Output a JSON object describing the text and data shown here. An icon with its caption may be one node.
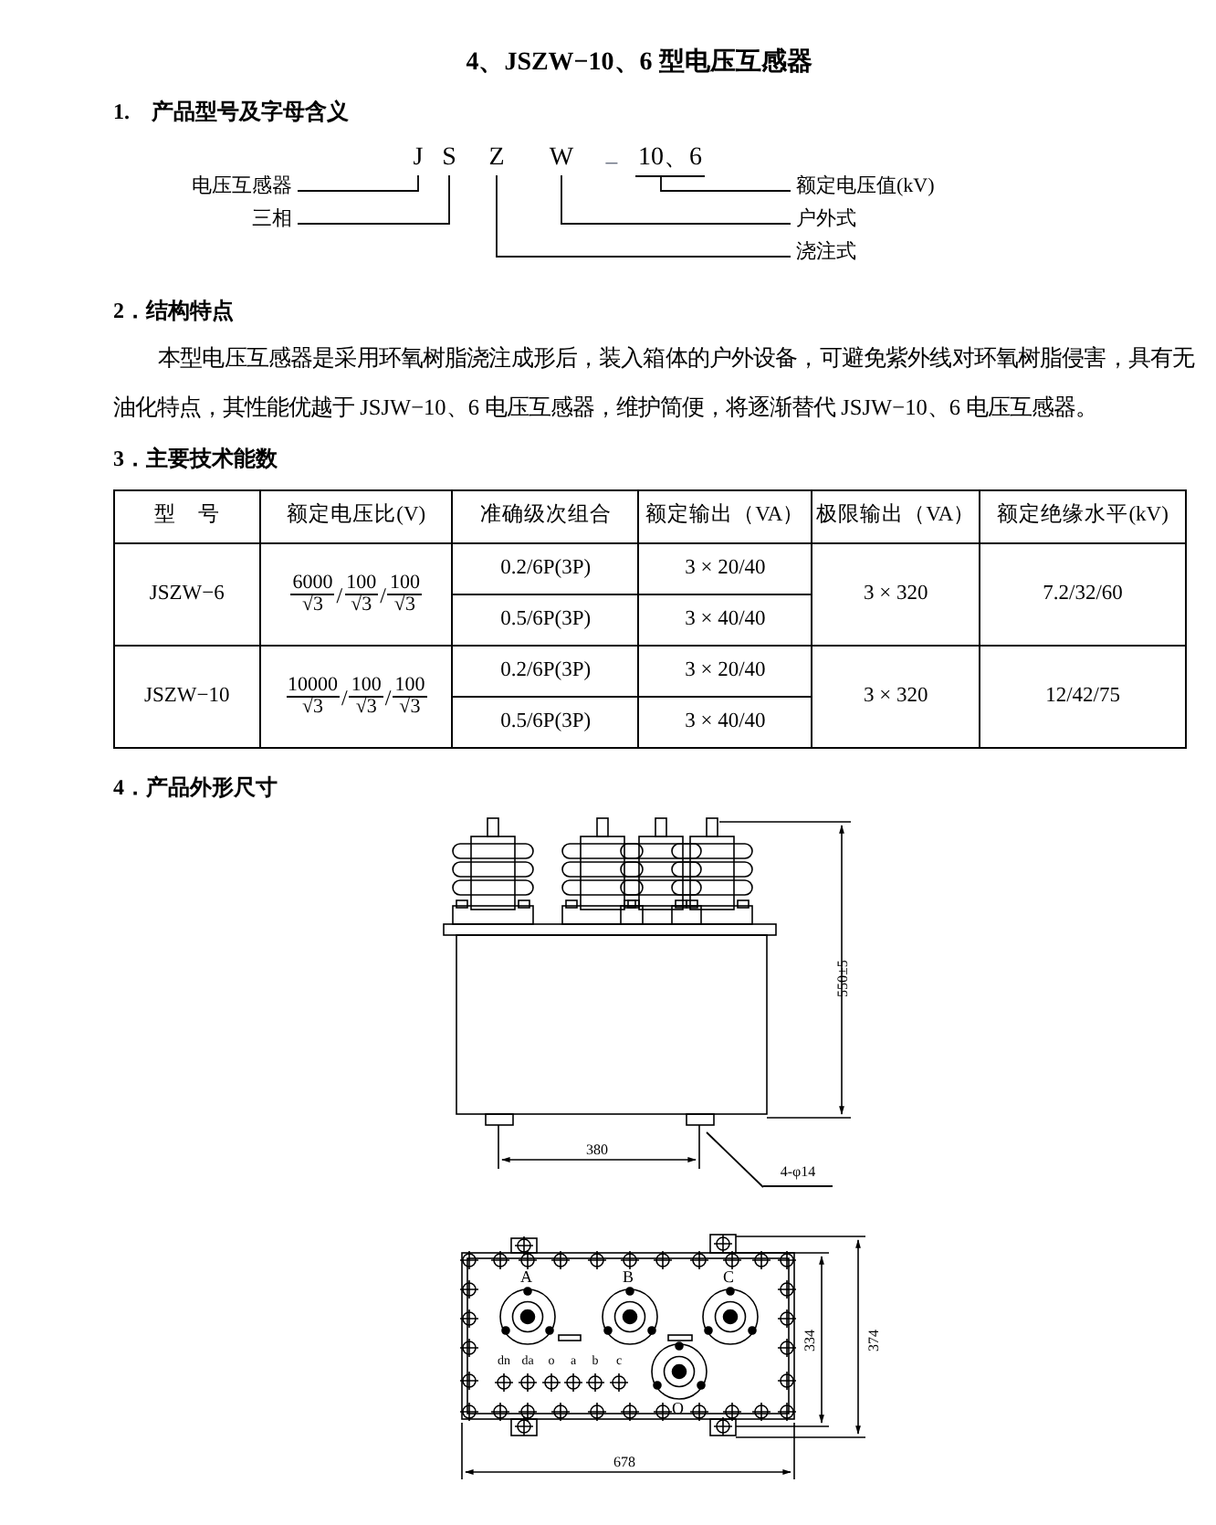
{
  "diagram": {
    "title": "4、JSZW−10、6 型电压互感器",
    "nodes": [
      {
        "text": [
          "J"
        ]
      },
      {
        "text": [
          "S"
        ]
      },
      {
        "text": [
          "Z"
        ]
      },
      {
        "text": [
          "W"
        ]
      },
      {
        "text": [
          "10、6"
        ]
      },
      {
        "text": [
          "电压互感器"
        ]
      },
      {
        "text": [
          "额定电压值(kV)"
        ]
      },
      {
        "text": [
          "三相"
        ]
      },
      {
        "text": [
          "户外式"
        ]
      },
      {
        "text": [
          "浇注式"
        ]
      },
      {
        "text": [
          "4-φ14"
        ]
      }
    ],
    "edges": [
      {
        "from": 5,
        "to": 0,
        "arrow": "none"
      },
      {
        "from": 7,
        "to": 1,
        "arrow": "none"
      },
      {
        "from": 9,
        "to": 2,
        "arrow": "none"
      },
      {
        "from": 8,
        "to": 3,
        "arrow": "none"
      },
      {
        "from": 6,
        "to": 4,
        "arrow": "none"
      },
      {
        "from": 10,
        "to": null,
        "arrow": "none"
      }
    ],
    "labels": [
      "1.　产品型号及字母含义",
      "−",
      "2．结构特点",
      "本型电压互感器是采用环氧树脂浇注成形后，装入箱体的户外设备，可避免紫外线对环氧树脂侵害，具有无油化特点，其性能优越于 JSJW−10、6 电压互感器，维护简便，将逐渐替代 JSJW−10、6 电压互感器。",
      "3．主要技术能数",
      "型　号",
      "额定电压比(V)",
      "准确级次组合",
      "额定输出（VA）",
      "极限输出（VA）",
      "额定绝缘水平(kV)",
      "JSZW−6",
      "6000",
      "√3",
      "/",
      "100",
      "√3",
      "/",
      "100",
      "√3",
      "0.2/6P(3P)",
      "3 × 20/40",
      "3 × 320",
      "7.2/32/60",
      "0.5/6P(3P)",
      "3 × 40/40",
      "JSZW−10",
      "10000",
      "√3",
      "/",
      "100",
      "√3",
      "/",
      "100",
      "√3",
      "0.2/6P(3P)",
      "3 × 20/40",
      "3 × 320",
      "12/42/75",
      "0.5/6P(3P)",
      "3 × 40/40",
      "4．产品外形尺寸",
      "550±5",
      "380",
      "A",
      "B",
      "C",
      "dn",
      "da",
      "o",
      "a",
      "b",
      "c",
      "O",
      "334",
      "374",
      "678"
    ]
  }
}
